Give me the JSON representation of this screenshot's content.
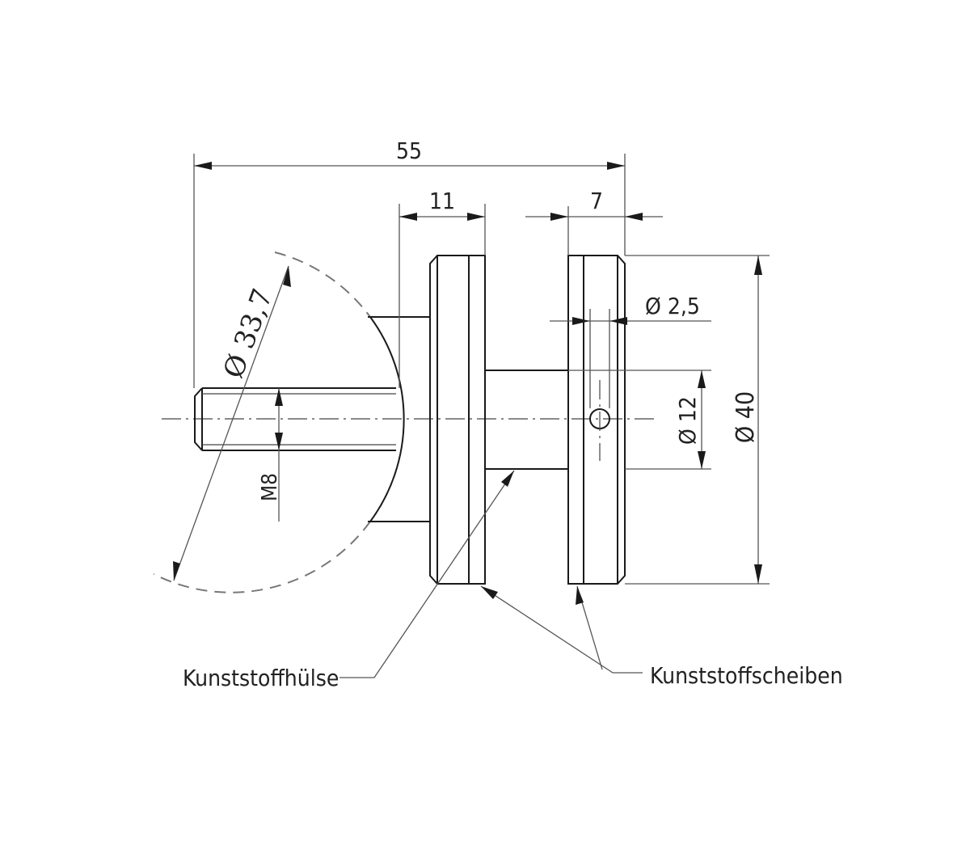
{
  "drawing": {
    "title": "Glass clamp / point holder technical drawing",
    "dimensions": {
      "overall_length": "55",
      "sleeve_disc_width": "11",
      "outer_disc_width": "7",
      "pipe_diameter": "Ø 33,7",
      "thread": "M8",
      "hole_diameter": "Ø 2,5",
      "shaft_diameter": "Ø 12",
      "disc_diameter": "Ø 40"
    },
    "labels": {
      "sleeve": "Kunststoffhülse",
      "discs": "Kunststoffscheiben"
    }
  }
}
